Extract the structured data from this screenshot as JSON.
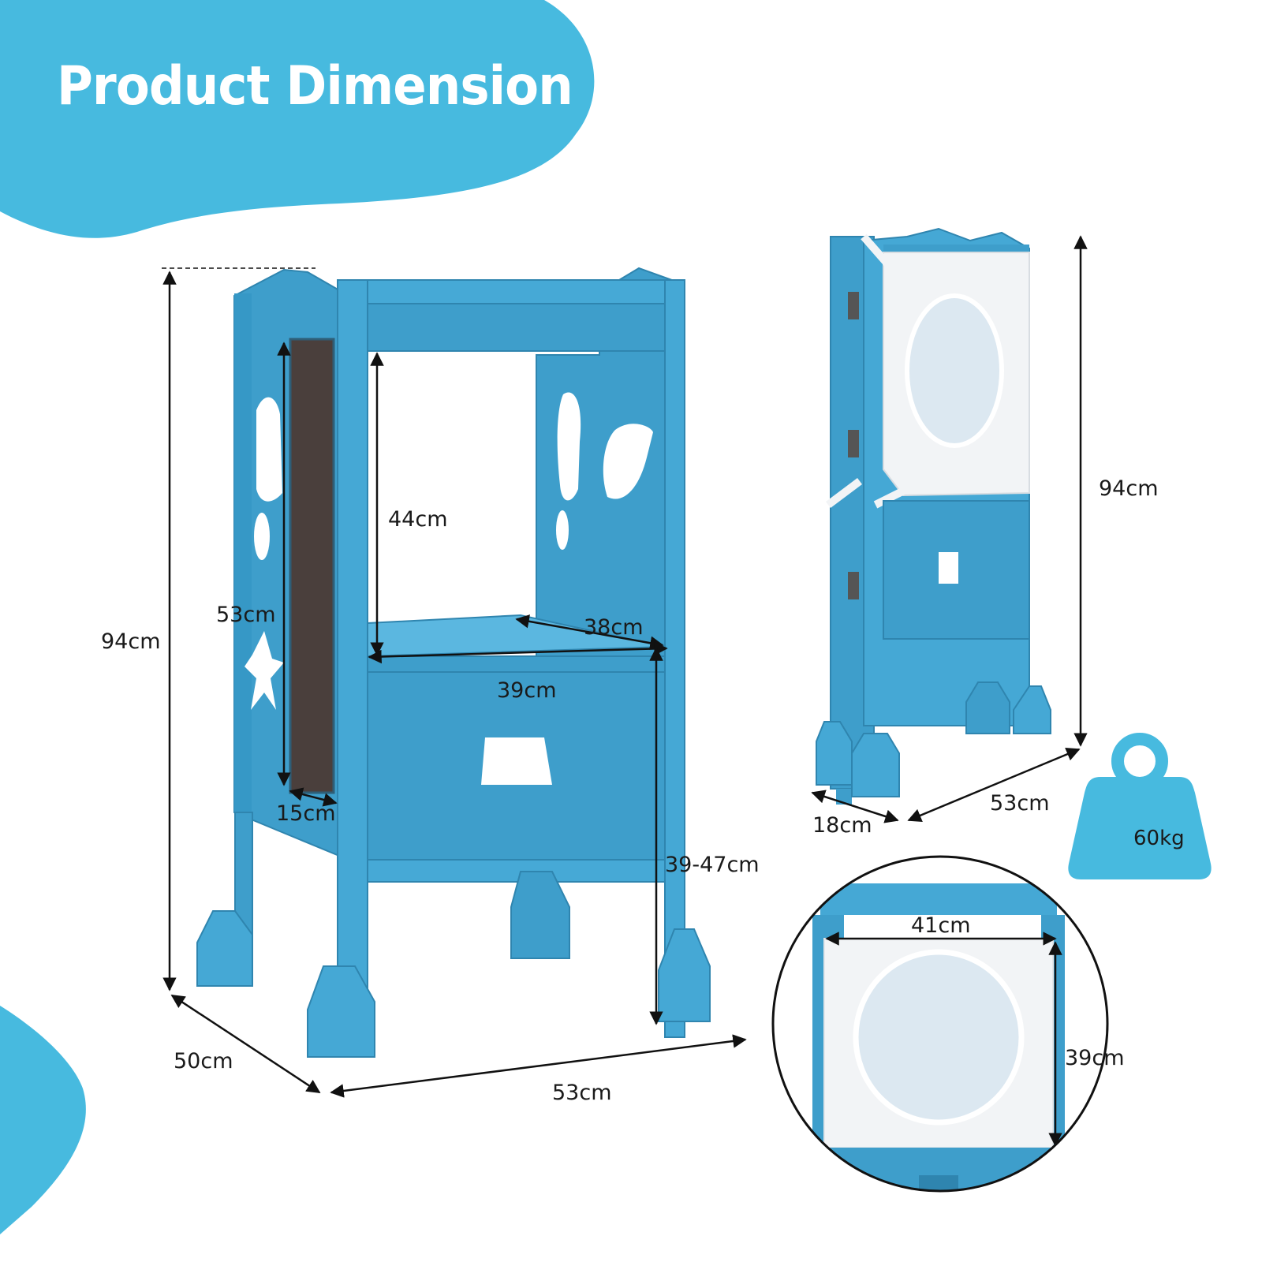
{
  "title": "Product Dimension",
  "colors": {
    "accent": "#47BADF",
    "product": "#3E9ECB",
    "product_dark": "#2F85AF",
    "chalkboard": "#4A3F3C",
    "net": "#F2F4F6",
    "line": "#111111"
  },
  "main_view": {
    "height_total": "94cm",
    "height_panel": "53cm",
    "height_opening": "44cm",
    "width_chalkboard": "15cm",
    "platform_depth": "38cm",
    "platform_width": "39cm",
    "platform_height": "39-47cm",
    "depth": "50cm",
    "width": "53cm"
  },
  "folded_view": {
    "height": "94cm",
    "thickness": "18cm",
    "width": "53cm"
  },
  "weight_badge": {
    "label": "60kg",
    "icon": "weight-icon"
  },
  "net_detail": {
    "width": "41cm",
    "height": "39cm"
  }
}
